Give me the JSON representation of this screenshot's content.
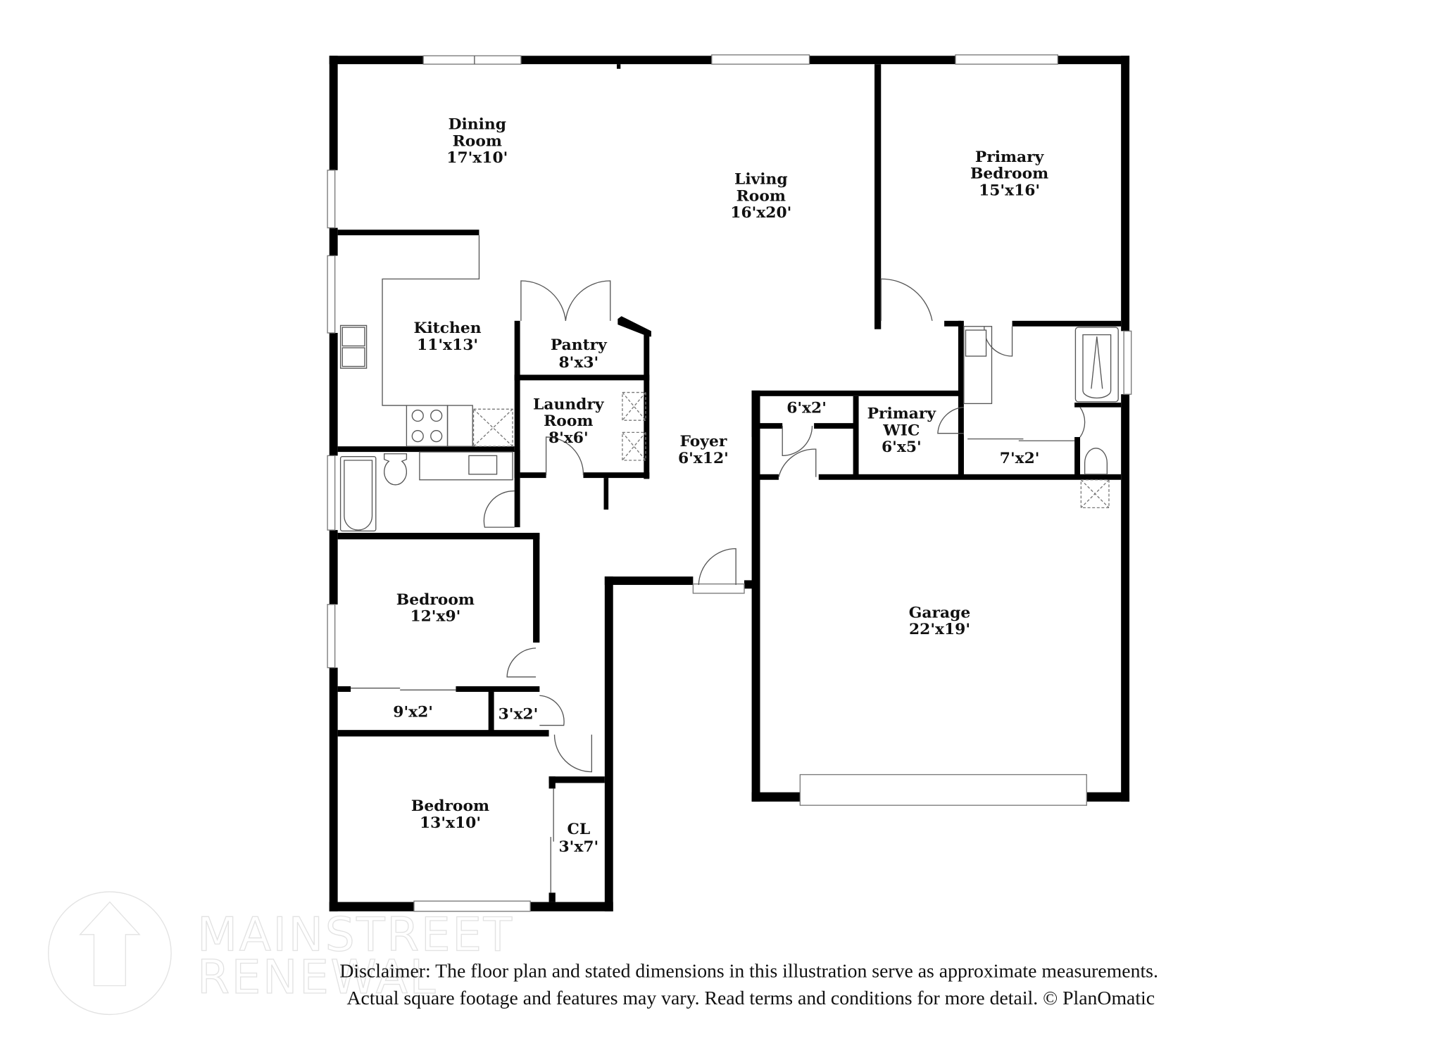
{
  "floor_plan": {
    "rooms": [
      {
        "id": "dining",
        "name_lines": [
          "Dining",
          "Room"
        ],
        "size": "17'x10'"
      },
      {
        "id": "living",
        "name_lines": [
          "Living",
          "Room"
        ],
        "size": "16'x20'"
      },
      {
        "id": "primary_bedroom",
        "name_lines": [
          "Primary",
          "Bedroom"
        ],
        "size": "15'x16'"
      },
      {
        "id": "kitchen",
        "name_lines": [
          "Kitchen"
        ],
        "size": "11'x13'"
      },
      {
        "id": "pantry",
        "name_lines": [
          "Pantry"
        ],
        "size": "8'x3'"
      },
      {
        "id": "laundry",
        "name_lines": [
          "Laundry",
          "Room"
        ],
        "size": "8'x6'"
      },
      {
        "id": "foyer",
        "name_lines": [
          "Foyer"
        ],
        "size": "6'x12'"
      },
      {
        "id": "closet_6x2",
        "name_lines": [],
        "size": "6'x2'"
      },
      {
        "id": "primary_wic",
        "name_lines": [
          "Primary",
          "WIC"
        ],
        "size": "6'x5'"
      },
      {
        "id": "closet_7x2",
        "name_lines": [],
        "size": "7'x2'"
      },
      {
        "id": "garage",
        "name_lines": [
          "Garage"
        ],
        "size": "22'x19'"
      },
      {
        "id": "bedroom_1",
        "name_lines": [
          "Bedroom"
        ],
        "size": "12'x9'"
      },
      {
        "id": "closet_9x2",
        "name_lines": [],
        "size": "9'x2'"
      },
      {
        "id": "closet_3x2",
        "name_lines": [],
        "size": "3'x2'"
      },
      {
        "id": "bedroom_2",
        "name_lines": [
          "Bedroom"
        ],
        "size": "13'x10'"
      },
      {
        "id": "cl",
        "name_lines": [
          "CL"
        ],
        "size": "3'x7'"
      }
    ]
  },
  "watermark": {
    "line1": "MAINSTREET",
    "line2": "RENEWAL",
    "mark": "®"
  },
  "disclaimer": {
    "line1": "Disclaimer: The floor plan and stated dimensions in this illustration serve as approximate measurements.",
    "line2": "Actual square footage and features may vary. Read terms and conditions for more detail. © PlanOmatic"
  },
  "colors": {
    "wall": "#000000",
    "background": "#ffffff",
    "watermark": "#e2e2e2"
  }
}
